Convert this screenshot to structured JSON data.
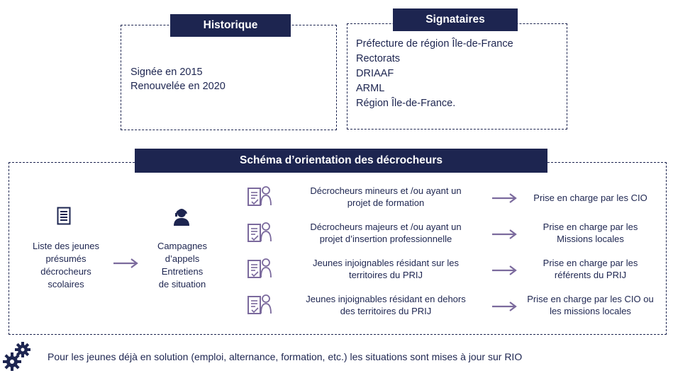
{
  "historique": {
    "title": "Historique",
    "lines": [
      "Signée en 2015",
      "Renouvelée en 2020"
    ]
  },
  "signataires": {
    "title": "Signataires",
    "lines": [
      "Préfecture de région Île-de-France",
      "Rectorats",
      "DRIAAF",
      "ARML",
      "Région Île-de-France."
    ]
  },
  "schema": {
    "title": "Schéma d’orientation des décrocheurs",
    "left_label": [
      "Liste des jeunes",
      "présumés",
      "décrocheurs",
      "scolaires"
    ],
    "middle_label": [
      "Campagnes",
      "d’appels",
      "Entretiens",
      "de situation"
    ],
    "rows": [
      {
        "category": [
          "Décrocheurs mineurs et /ou ayant un",
          "projet de formation"
        ],
        "outcome": [
          "Prise en charge par les CIO"
        ]
      },
      {
        "category": [
          "Décrocheurs majeurs et /ou ayant un",
          "projet d’insertion professionnelle"
        ],
        "outcome": [
          "Prise en charge par les",
          "Missions locales"
        ]
      },
      {
        "category": [
          "Jeunes injoignables résidant sur les",
          "territoires du PRIJ"
        ],
        "outcome": [
          "Prise en charge par les",
          "référents du PRIJ"
        ]
      },
      {
        "category": [
          "Jeunes injoignables résidant en dehors",
          "des territoires du PRIJ"
        ],
        "outcome": [
          "Prise en charge par les CIO ou",
          "les missions locales"
        ]
      }
    ]
  },
  "footer": {
    "text": "Pour les jeunes déjà en solution (emploi, alternance, formation, etc.) les situations sont mises à jour sur RIO"
  },
  "icons": {
    "list": "document-list-icon",
    "call": "call-center-icon",
    "profile": "person-document-icon",
    "settings": "gears-icon"
  },
  "colors": {
    "navy": "#1d2550",
    "arrow": "#7b6a9d",
    "icon": "#7b6a9d"
  }
}
